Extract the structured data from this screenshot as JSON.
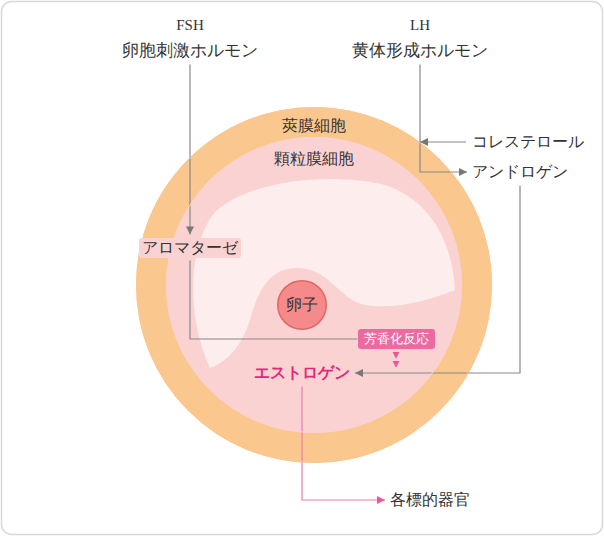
{
  "diagram": {
    "nodes": [
      {
        "text": [
          "FSH",
          "卵胞刺激ホルモン"
        ]
      },
      {
        "text": [
          "LH",
          "黄体形成ホルモン"
        ]
      },
      {
        "text": [
          "莢膜細胞"
        ]
      },
      {
        "text": [
          "顆粒膜細胞"
        ],
        "in": 2
      },
      {
        "text": [
          "アロマターゼ"
        ],
        "in": 3
      },
      {
        "text": [
          "卵子"
        ],
        "in": 3
      },
      {
        "text": [
          "芳香化反応"
        ],
        "in": 3
      },
      {
        "text": [
          "エストロゲン"
        ],
        "in": 3
      },
      {
        "text": [
          "コレステロール"
        ]
      },
      {
        "text": [
          "アンドロゲン"
        ]
      },
      {
        "text": [
          "各標的器官"
        ]
      }
    ],
    "edges": [
      {
        "from": 0,
        "to": 4,
        "arrow": "to"
      },
      {
        "from": 1,
        "to": 9,
        "arrow": "to"
      },
      {
        "from": 8,
        "to": 2,
        "arrow": "to"
      },
      {
        "from": 9,
        "to": 7,
        "arrow": "to"
      },
      {
        "from": 4,
        "to": 6,
        "arrow": "none"
      },
      {
        "from": 6,
        "to": 7,
        "arrow": "to"
      },
      {
        "from": 7,
        "to": 10,
        "arrow": "to"
      }
    ]
  }
}
